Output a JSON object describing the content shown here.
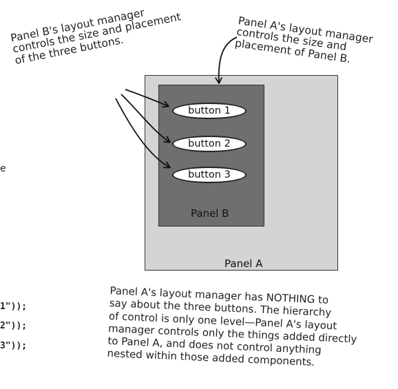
{
  "note_panel_b": [
    "Panel B's layout manager",
    "controls the size and placement",
    "of the three buttons."
  ],
  "note_panel_a": [
    "Panel A's layout manager",
    "controls the size and",
    "placement of Panel B."
  ],
  "note_bottom": [
    "Panel A's layout manager has NOTHING to",
    "say about the three buttons. The hierarchy",
    "of control is only one level—Panel A's layout",
    "manager controls only the things added directly",
    "to Panel A, and does not control anything",
    "nested within those added components."
  ],
  "panel_a_label": "Panel A",
  "panel_b_label": "Panel B",
  "buttons": [
    "button 1",
    "button 2",
    "button 3"
  ],
  "code_fragments": [
    "1\"));",
    "2\"));",
    "3\"));"
  ],
  "cut_text": "e"
}
